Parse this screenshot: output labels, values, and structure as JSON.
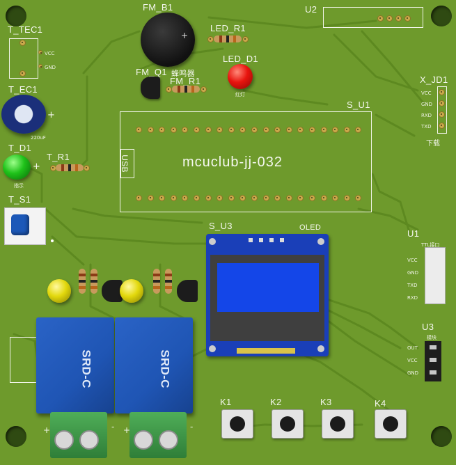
{
  "labels": {
    "fm_b1": "FM_B1",
    "u2": "U2",
    "t_tec1": "T_TEC1",
    "led_r1": "LED_R1",
    "led_d1": "LED_D1",
    "fm_q1": "FM_Q1",
    "fm_r1": "FM_R1",
    "buzzer_cn": "蜂鸣器",
    "t_ec1": "T_EC1",
    "x_jd1": "X_JD1",
    "s_u1": "S_U1",
    "t_d1": "T_D1",
    "t_r1": "T_R1",
    "mcuclub": "mcuclub-jj-032",
    "usb": "USB",
    "t_s1": "T_S1",
    "s_u3": "S_U3",
    "oled": "OLED",
    "u1": "U1",
    "u3": "U3",
    "relay1": "SRD-C",
    "relay2": "SRD-C",
    "k1": "K1",
    "k2": "K2",
    "k3": "K3",
    "k4": "K4",
    "vcc": "VCC",
    "gnd": "GND",
    "ec_value": "220uF",
    "download": "下载",
    "led_mark": "指示",
    "xjd_pins": [
      "VCC",
      "GND",
      "RXD",
      "TXD"
    ],
    "u1_pins": [
      "VCC",
      "GND",
      "TXD",
      "RXD"
    ],
    "u1_tag": "TTL接口",
    "u3_pins": [
      "OUT",
      "VCC",
      "GND"
    ],
    "u3_tag": "模块",
    "plus": "+",
    "minus": "-",
    "led_red_tag": "红灯"
  },
  "colors": {
    "board": "#6e9a2c",
    "trace": "#5f8a22",
    "silk": "#f4f7ee",
    "relay": "#1f55b4",
    "terminal": "#3f9b4a",
    "oled_screen": "#1446e8",
    "led_red": "#e8140e",
    "led_green": "#1fc21a",
    "led_yellow": "#e2d80c"
  }
}
